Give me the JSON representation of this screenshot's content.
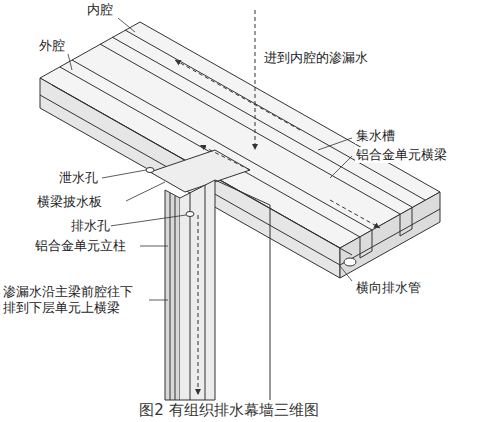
{
  "diagram": {
    "caption": "图2 有组织排水幕墙三维图",
    "labels": [
      "内腔",
      "外腔",
      "进到内腔的渗漏水",
      "集水槽",
      "铝合金单元横梁",
      "泄水孔",
      "横梁披水板",
      "排水孔",
      "铝合金单元立柱",
      "横向排水管",
      "渗漏水沿主梁前腔往下 排到下层单元上横梁"
    ]
  }
}
